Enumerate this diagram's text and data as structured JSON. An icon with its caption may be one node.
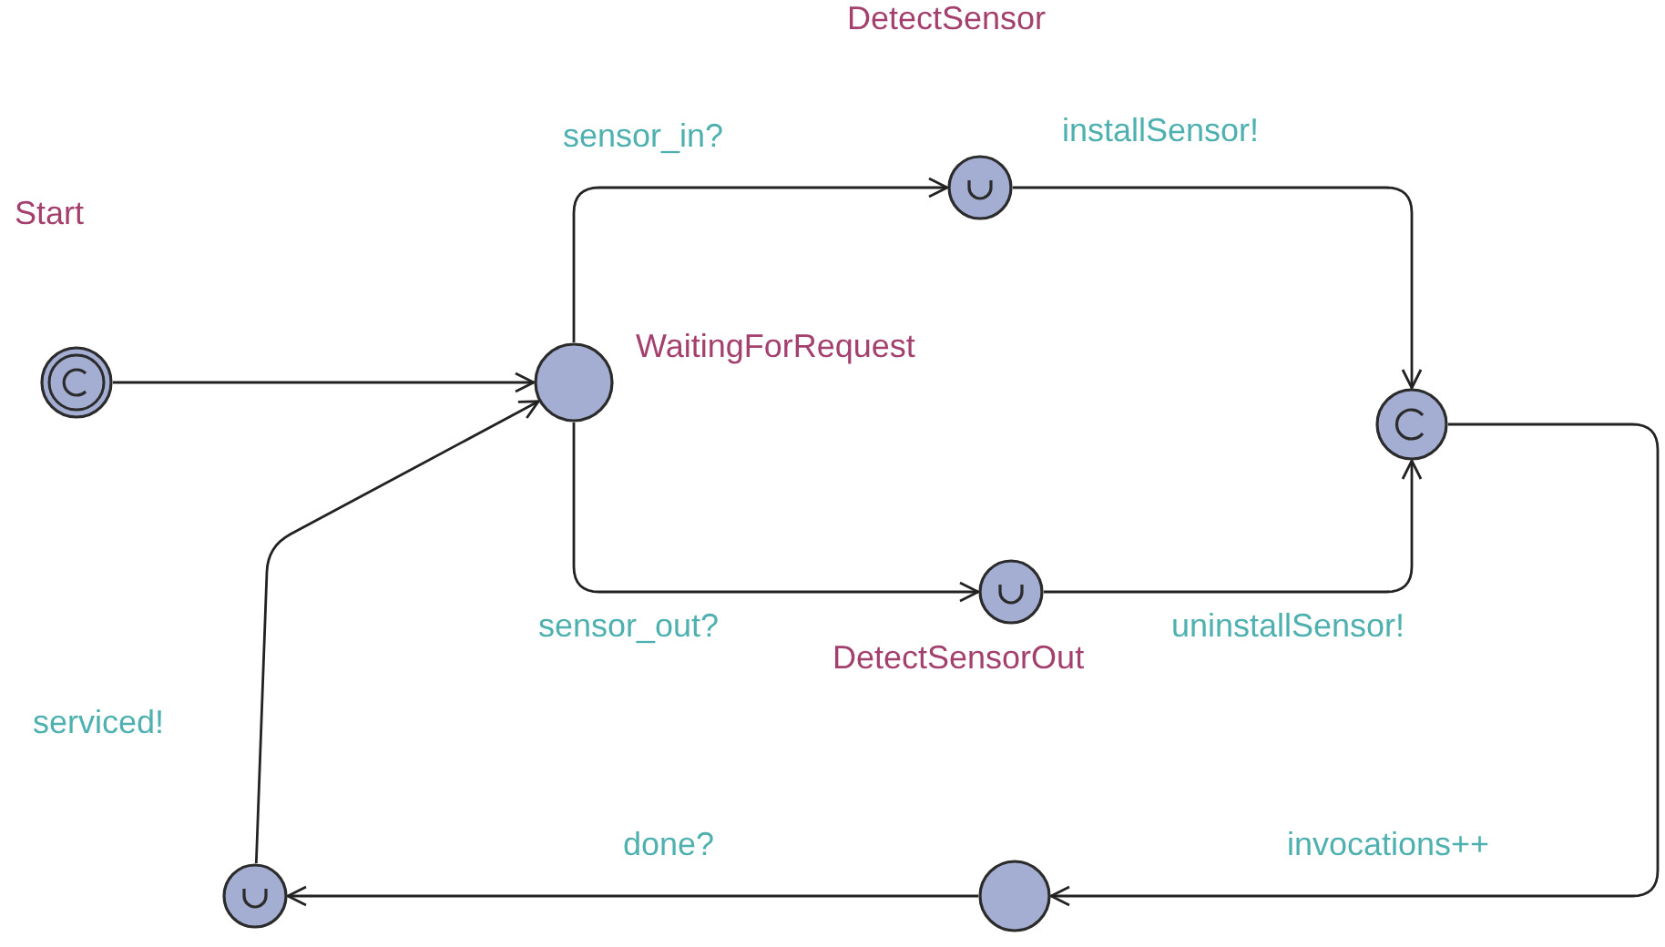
{
  "diagram": {
    "nodes": [
      {
        "text": [
          "Start"
        ]
      },
      {
        "text": [
          "WaitingForRequest"
        ]
      },
      {
        "text": [
          "DetectSensor"
        ]
      },
      {
        "text": [],
        "shape": "circle"
      },
      {
        "text": [
          "DetectSensorOut"
        ]
      },
      {
        "text": [],
        "shape": "circle"
      },
      {
        "text": [],
        "shape": "circle"
      }
    ],
    "edges": [
      {
        "from": 0,
        "to": 1,
        "arrow": "to"
      },
      {
        "from": 1,
        "to": 2,
        "arrow": "to",
        "label": "sensor_in?"
      },
      {
        "from": 2,
        "to": 3,
        "arrow": "to",
        "label": "installSensor!"
      },
      {
        "from": 1,
        "to": 4,
        "arrow": "to",
        "label": "sensor_out?"
      },
      {
        "from": 4,
        "to": 3,
        "arrow": "to",
        "label": "uninstallSensor!"
      },
      {
        "from": 3,
        "to": 5,
        "arrow": "to",
        "label": "invocations++"
      },
      {
        "from": 5,
        "to": 6,
        "arrow": "to",
        "label": "done?"
      },
      {
        "from": 6,
        "to": 1,
        "arrow": "to",
        "label": "serviced!"
      }
    ]
  }
}
